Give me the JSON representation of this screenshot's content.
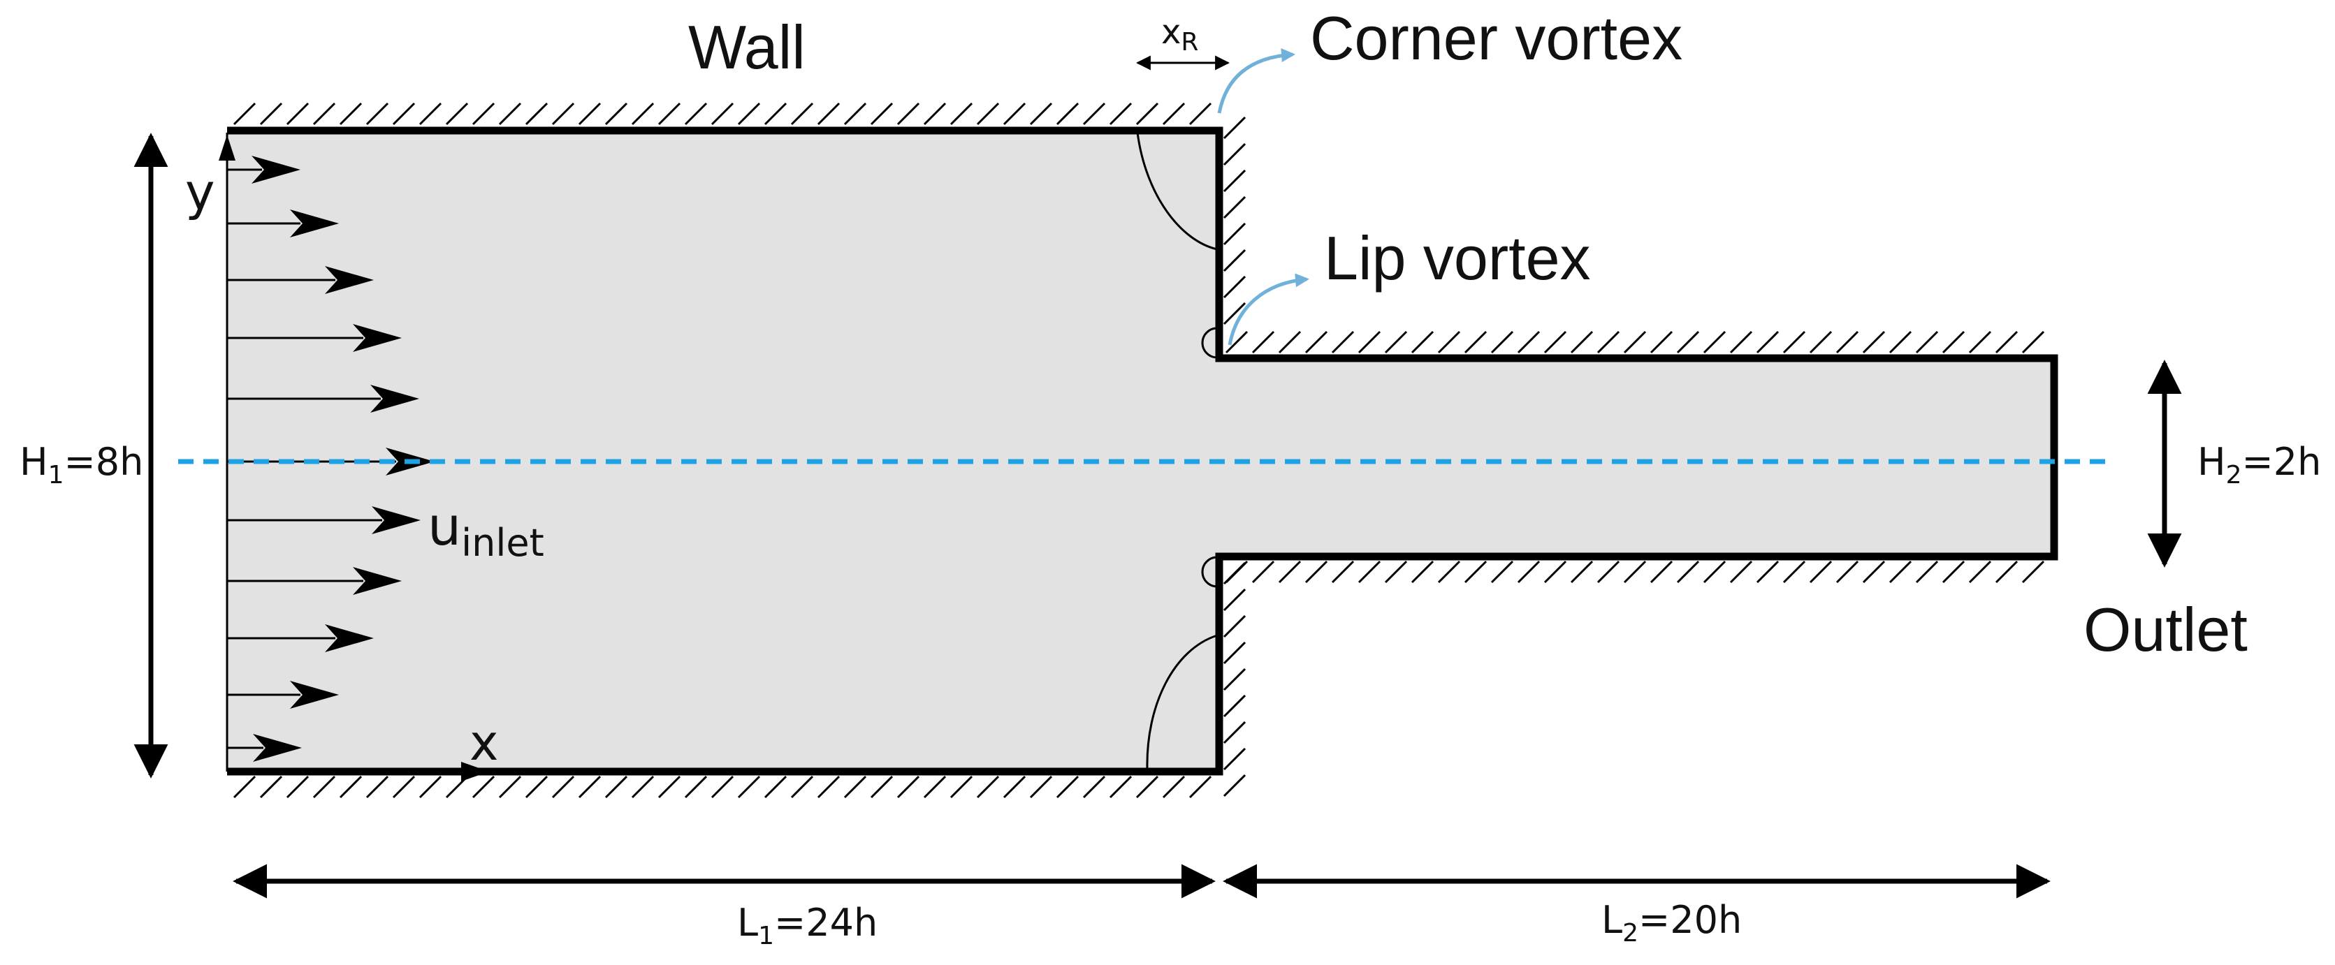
{
  "labels": {
    "wall": "Wall",
    "corner_vortex": "Corner vortex",
    "lip_vortex": "Lip vortex",
    "outlet": "Outlet",
    "y_axis": "y",
    "x_axis": "x",
    "u_inlet_base": "u",
    "u_inlet_sub": "inlet",
    "x_r_base": "x",
    "x_r_sub": "R",
    "h1_prefix": "H",
    "h1_sub": "1",
    "h1_value": "=8h",
    "h2_prefix": "H",
    "h2_sub": "2",
    "h2_value": "=2h",
    "l1_prefix": "L",
    "l1_sub": "1",
    "l1_value": "=24h",
    "l2_prefix": "L",
    "l2_sub": "2",
    "l2_value": "=20h"
  },
  "colors": {
    "fluid_fill": "#e2e2e2",
    "centerline": "#1ea2e6",
    "callout_arrow": "#6fb1d8",
    "wall_stroke": "#000000"
  }
}
